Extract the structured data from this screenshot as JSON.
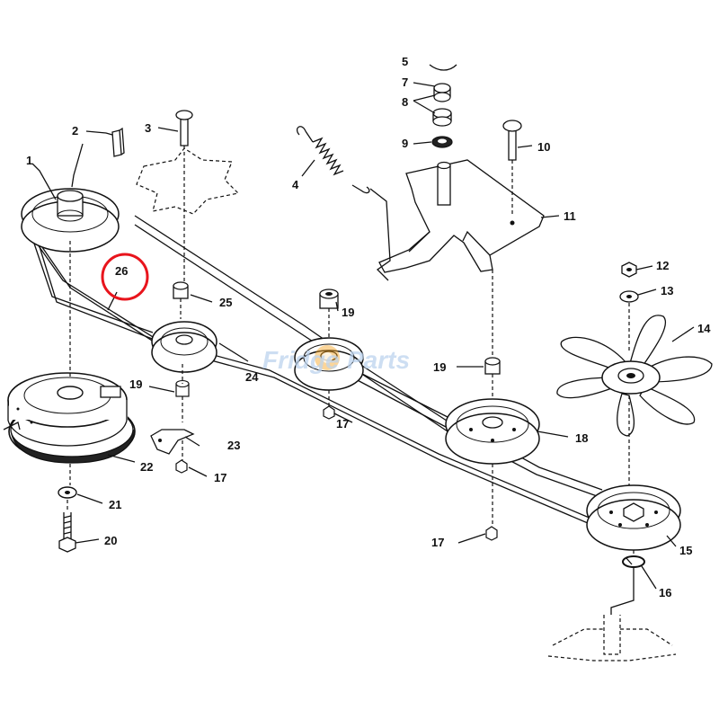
{
  "diagram": {
    "watermark": {
      "brand_a": "Fridge",
      "brand_b": "Parts"
    },
    "callouts": [
      {
        "id": "c1",
        "text": "1"
      },
      {
        "id": "c2",
        "text": "2"
      },
      {
        "id": "c3",
        "text": "3"
      },
      {
        "id": "c4",
        "text": "4"
      },
      {
        "id": "c5",
        "text": "5"
      },
      {
        "id": "c7",
        "text": "7"
      },
      {
        "id": "c8",
        "text": "8"
      },
      {
        "id": "c9",
        "text": "9"
      },
      {
        "id": "c10",
        "text": "10"
      },
      {
        "id": "c11",
        "text": "11"
      },
      {
        "id": "c12",
        "text": "12"
      },
      {
        "id": "c13",
        "text": "13"
      },
      {
        "id": "c14",
        "text": "14"
      },
      {
        "id": "c15",
        "text": "15"
      },
      {
        "id": "c16",
        "text": "16"
      },
      {
        "id": "c17a",
        "text": "17"
      },
      {
        "id": "c17b",
        "text": "17"
      },
      {
        "id": "c17c",
        "text": "17"
      },
      {
        "id": "c18",
        "text": "18"
      },
      {
        "id": "c19a",
        "text": "19"
      },
      {
        "id": "c19b",
        "text": "19"
      },
      {
        "id": "c19c",
        "text": "19"
      },
      {
        "id": "c20",
        "text": "20"
      },
      {
        "id": "c21",
        "text": "21"
      },
      {
        "id": "c22",
        "text": "22"
      },
      {
        "id": "c23",
        "text": "23"
      },
      {
        "id": "c24",
        "text": "24"
      },
      {
        "id": "c25",
        "text": "25"
      },
      {
        "id": "c26",
        "text": "26"
      }
    ],
    "highlight": {
      "callout": "26",
      "color": "#e8141c"
    },
    "colors": {
      "line": "#111111",
      "watermark": "#bcd3ee"
    }
  }
}
